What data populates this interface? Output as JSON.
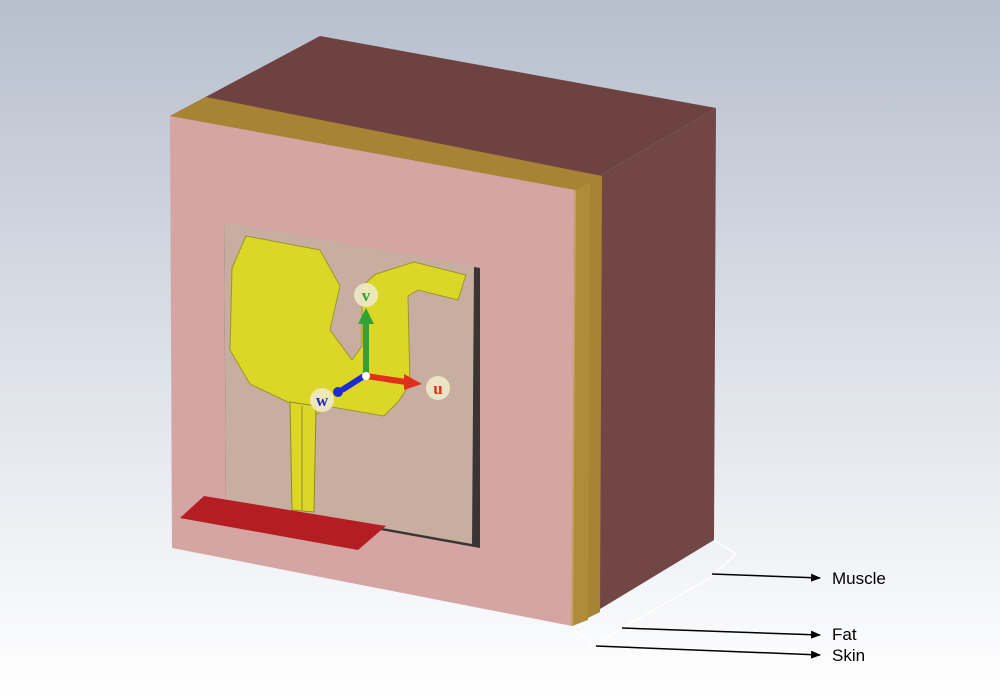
{
  "layers": [
    {
      "id": "muscle",
      "label": "Muscle"
    },
    {
      "id": "fat",
      "label": "Fat"
    },
    {
      "id": "skin",
      "label": "Skin"
    }
  ],
  "axes": {
    "u": "u",
    "v": "v",
    "w": "w"
  },
  "colors": {
    "background_top": "#b7bfcd",
    "background_bottom": "#ffffff",
    "skin_front": "#d4a5a2",
    "muscle_top": "#6e4240",
    "muscle_side": "#714645",
    "fat_layer": "#a88334",
    "substrate": "#c7aea0",
    "patch": "#dcd626",
    "ground": "#b41e23",
    "axis_u": "#e0301c",
    "axis_v": "#2fa335",
    "axis_w": "#1f2bd1"
  }
}
